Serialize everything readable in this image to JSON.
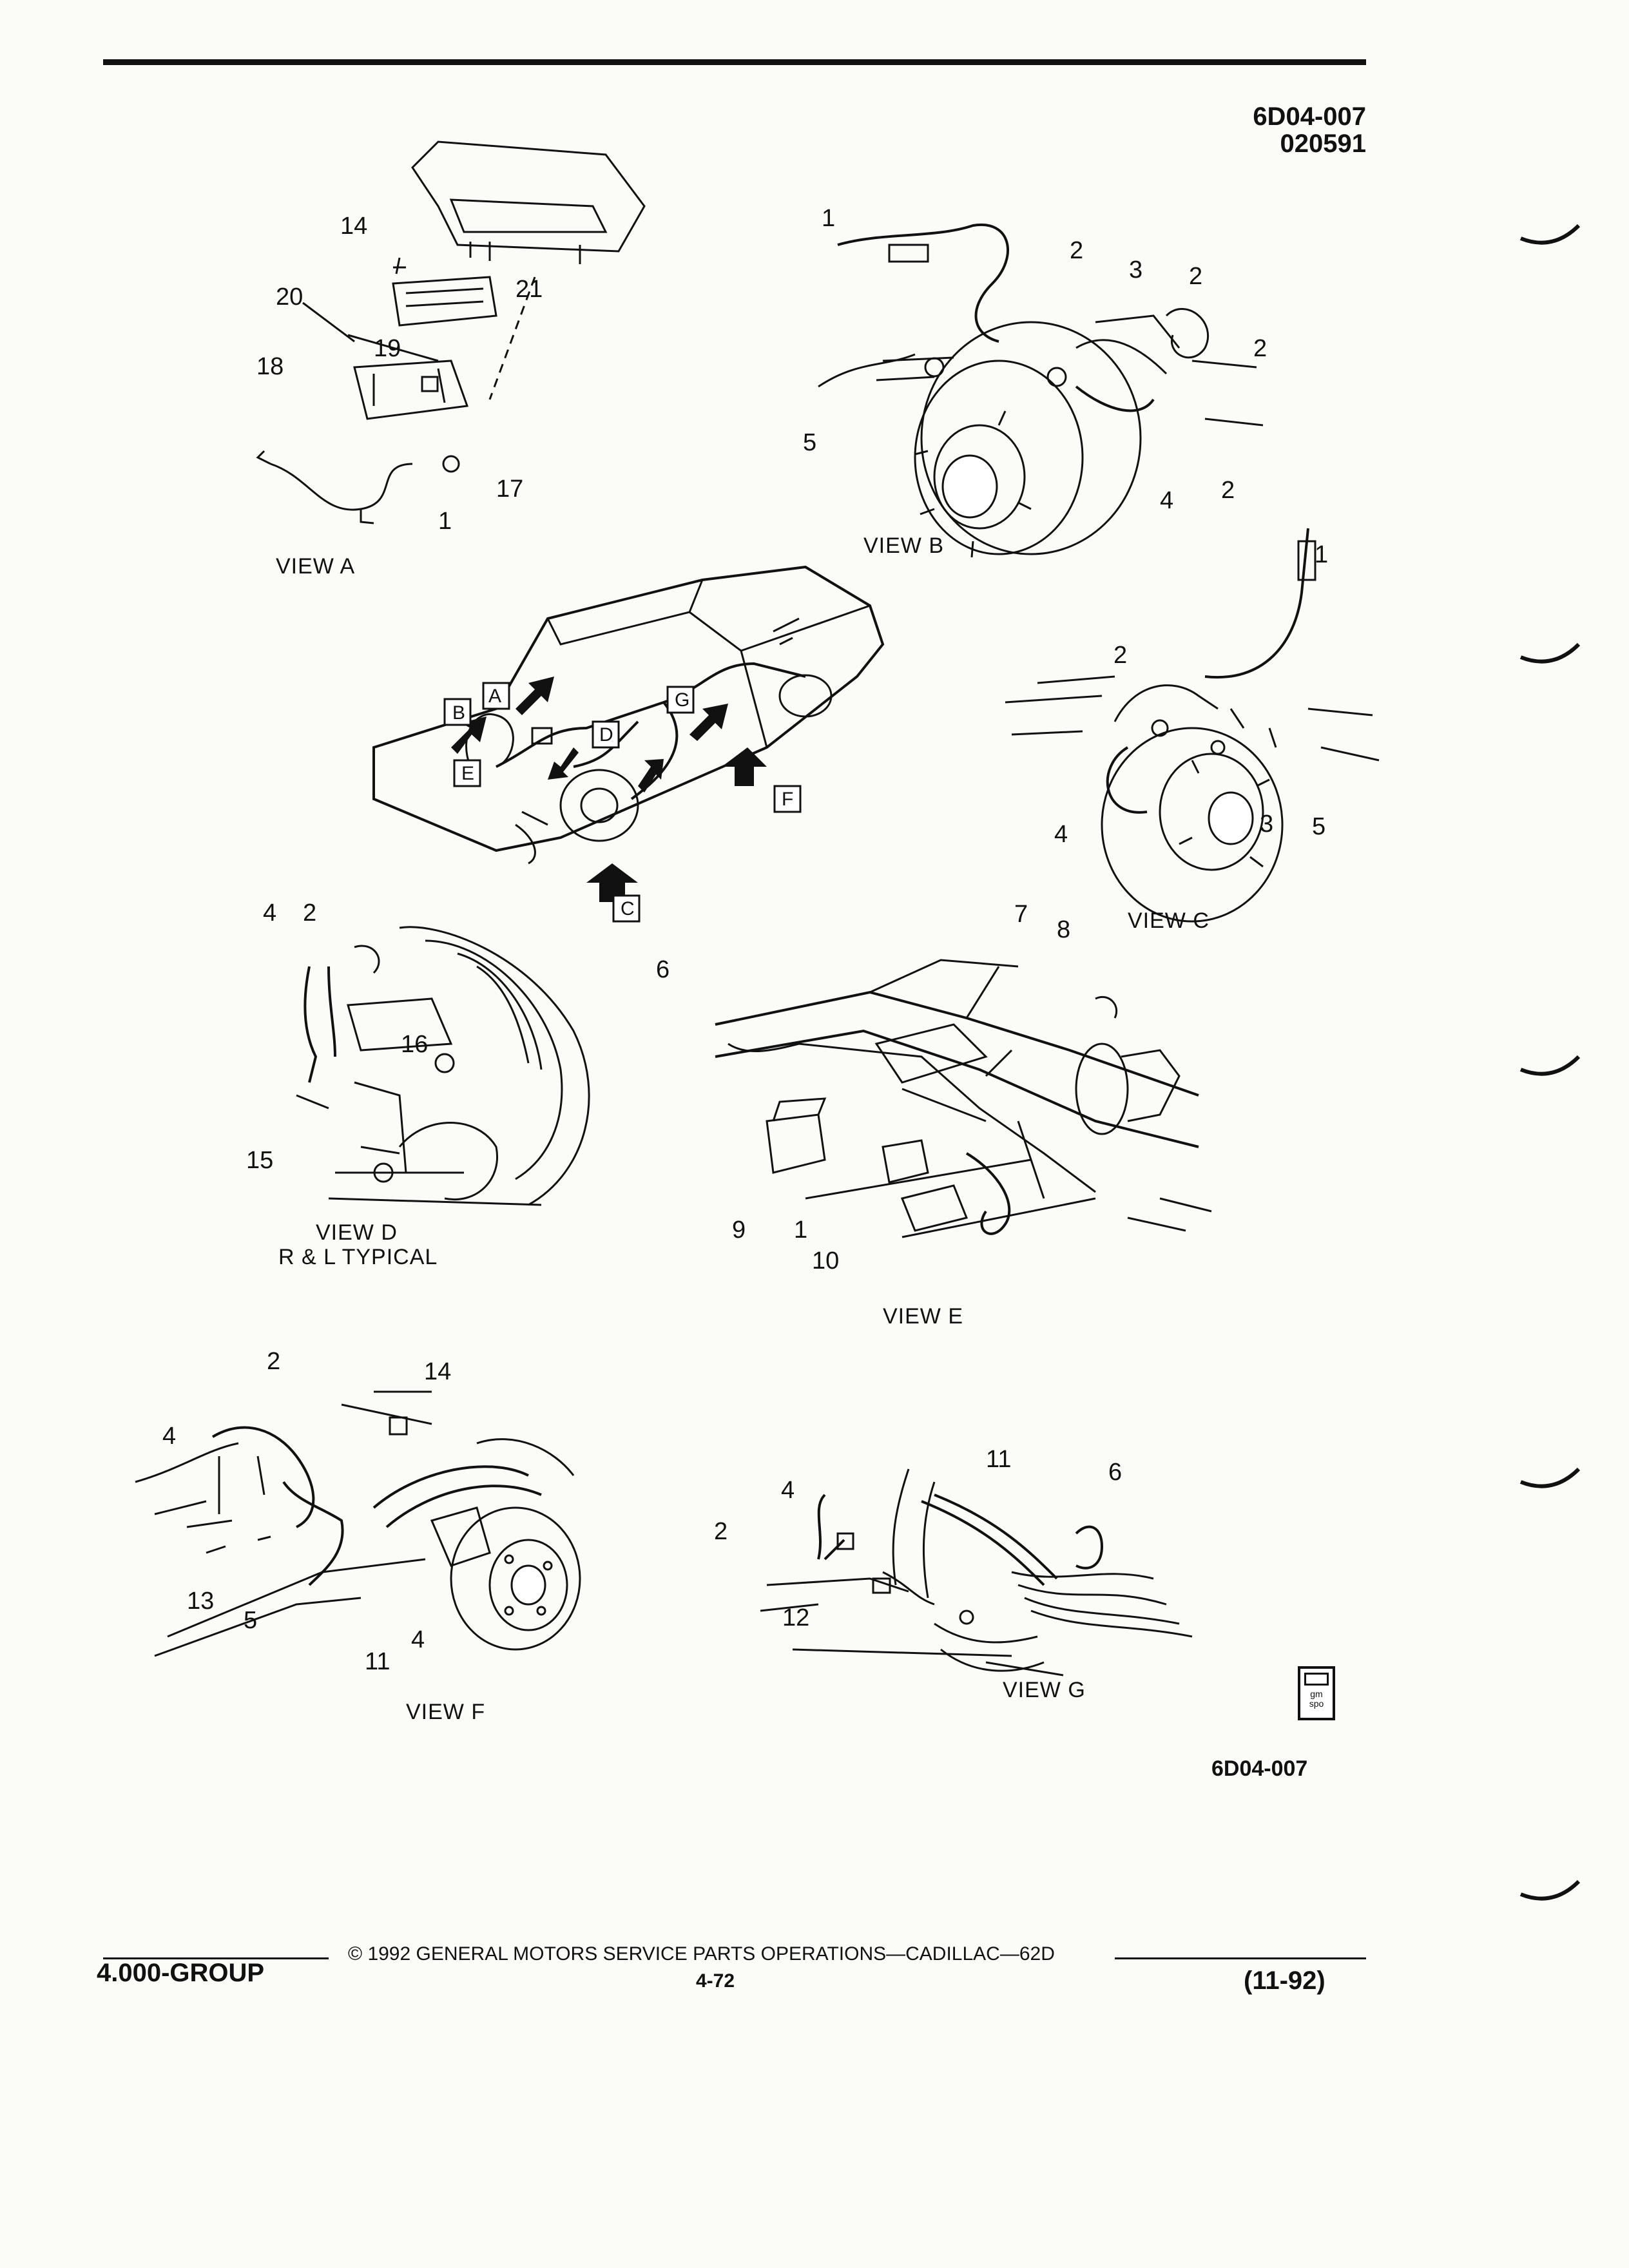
{
  "header": {
    "code": "6D04-007",
    "date": "020591"
  },
  "views": {
    "a": "VIEW  A",
    "b": "VIEW B",
    "c": "VIEW C",
    "d": "VIEW D",
    "d_sub": "R & L TYPICAL",
    "e": "VIEW E",
    "f": "VIEW F",
    "g": "VIEW G"
  },
  "car_arrows": [
    "A",
    "B",
    "C",
    "D",
    "E",
    "F",
    "G"
  ],
  "callouts": {
    "a": [
      "14",
      "20",
      "21",
      "19",
      "18",
      "17",
      "1"
    ],
    "b": [
      "1",
      "2",
      "3",
      "2",
      "5",
      "2",
      "4",
      "2"
    ],
    "c": [
      "1",
      "2",
      "3",
      "5",
      "4"
    ],
    "d": [
      "4",
      "2",
      "16",
      "15"
    ],
    "e": [
      "6",
      "7",
      "8",
      "9",
      "1",
      "10"
    ],
    "f": [
      "2",
      "14",
      "4",
      "13",
      "5",
      "11",
      "4"
    ],
    "g": [
      "11",
      "6",
      "4",
      "2",
      "12"
    ]
  },
  "bottom_code": "6D04-007",
  "logo_text": "gm spo",
  "footer": {
    "group": "4.000-GROUP",
    "copyright": "© 1992  GENERAL MOTORS SERVICE PARTS OPERATIONS—CADILLAC—62D",
    "page": "4-72",
    "date": "(11-92)"
  }
}
